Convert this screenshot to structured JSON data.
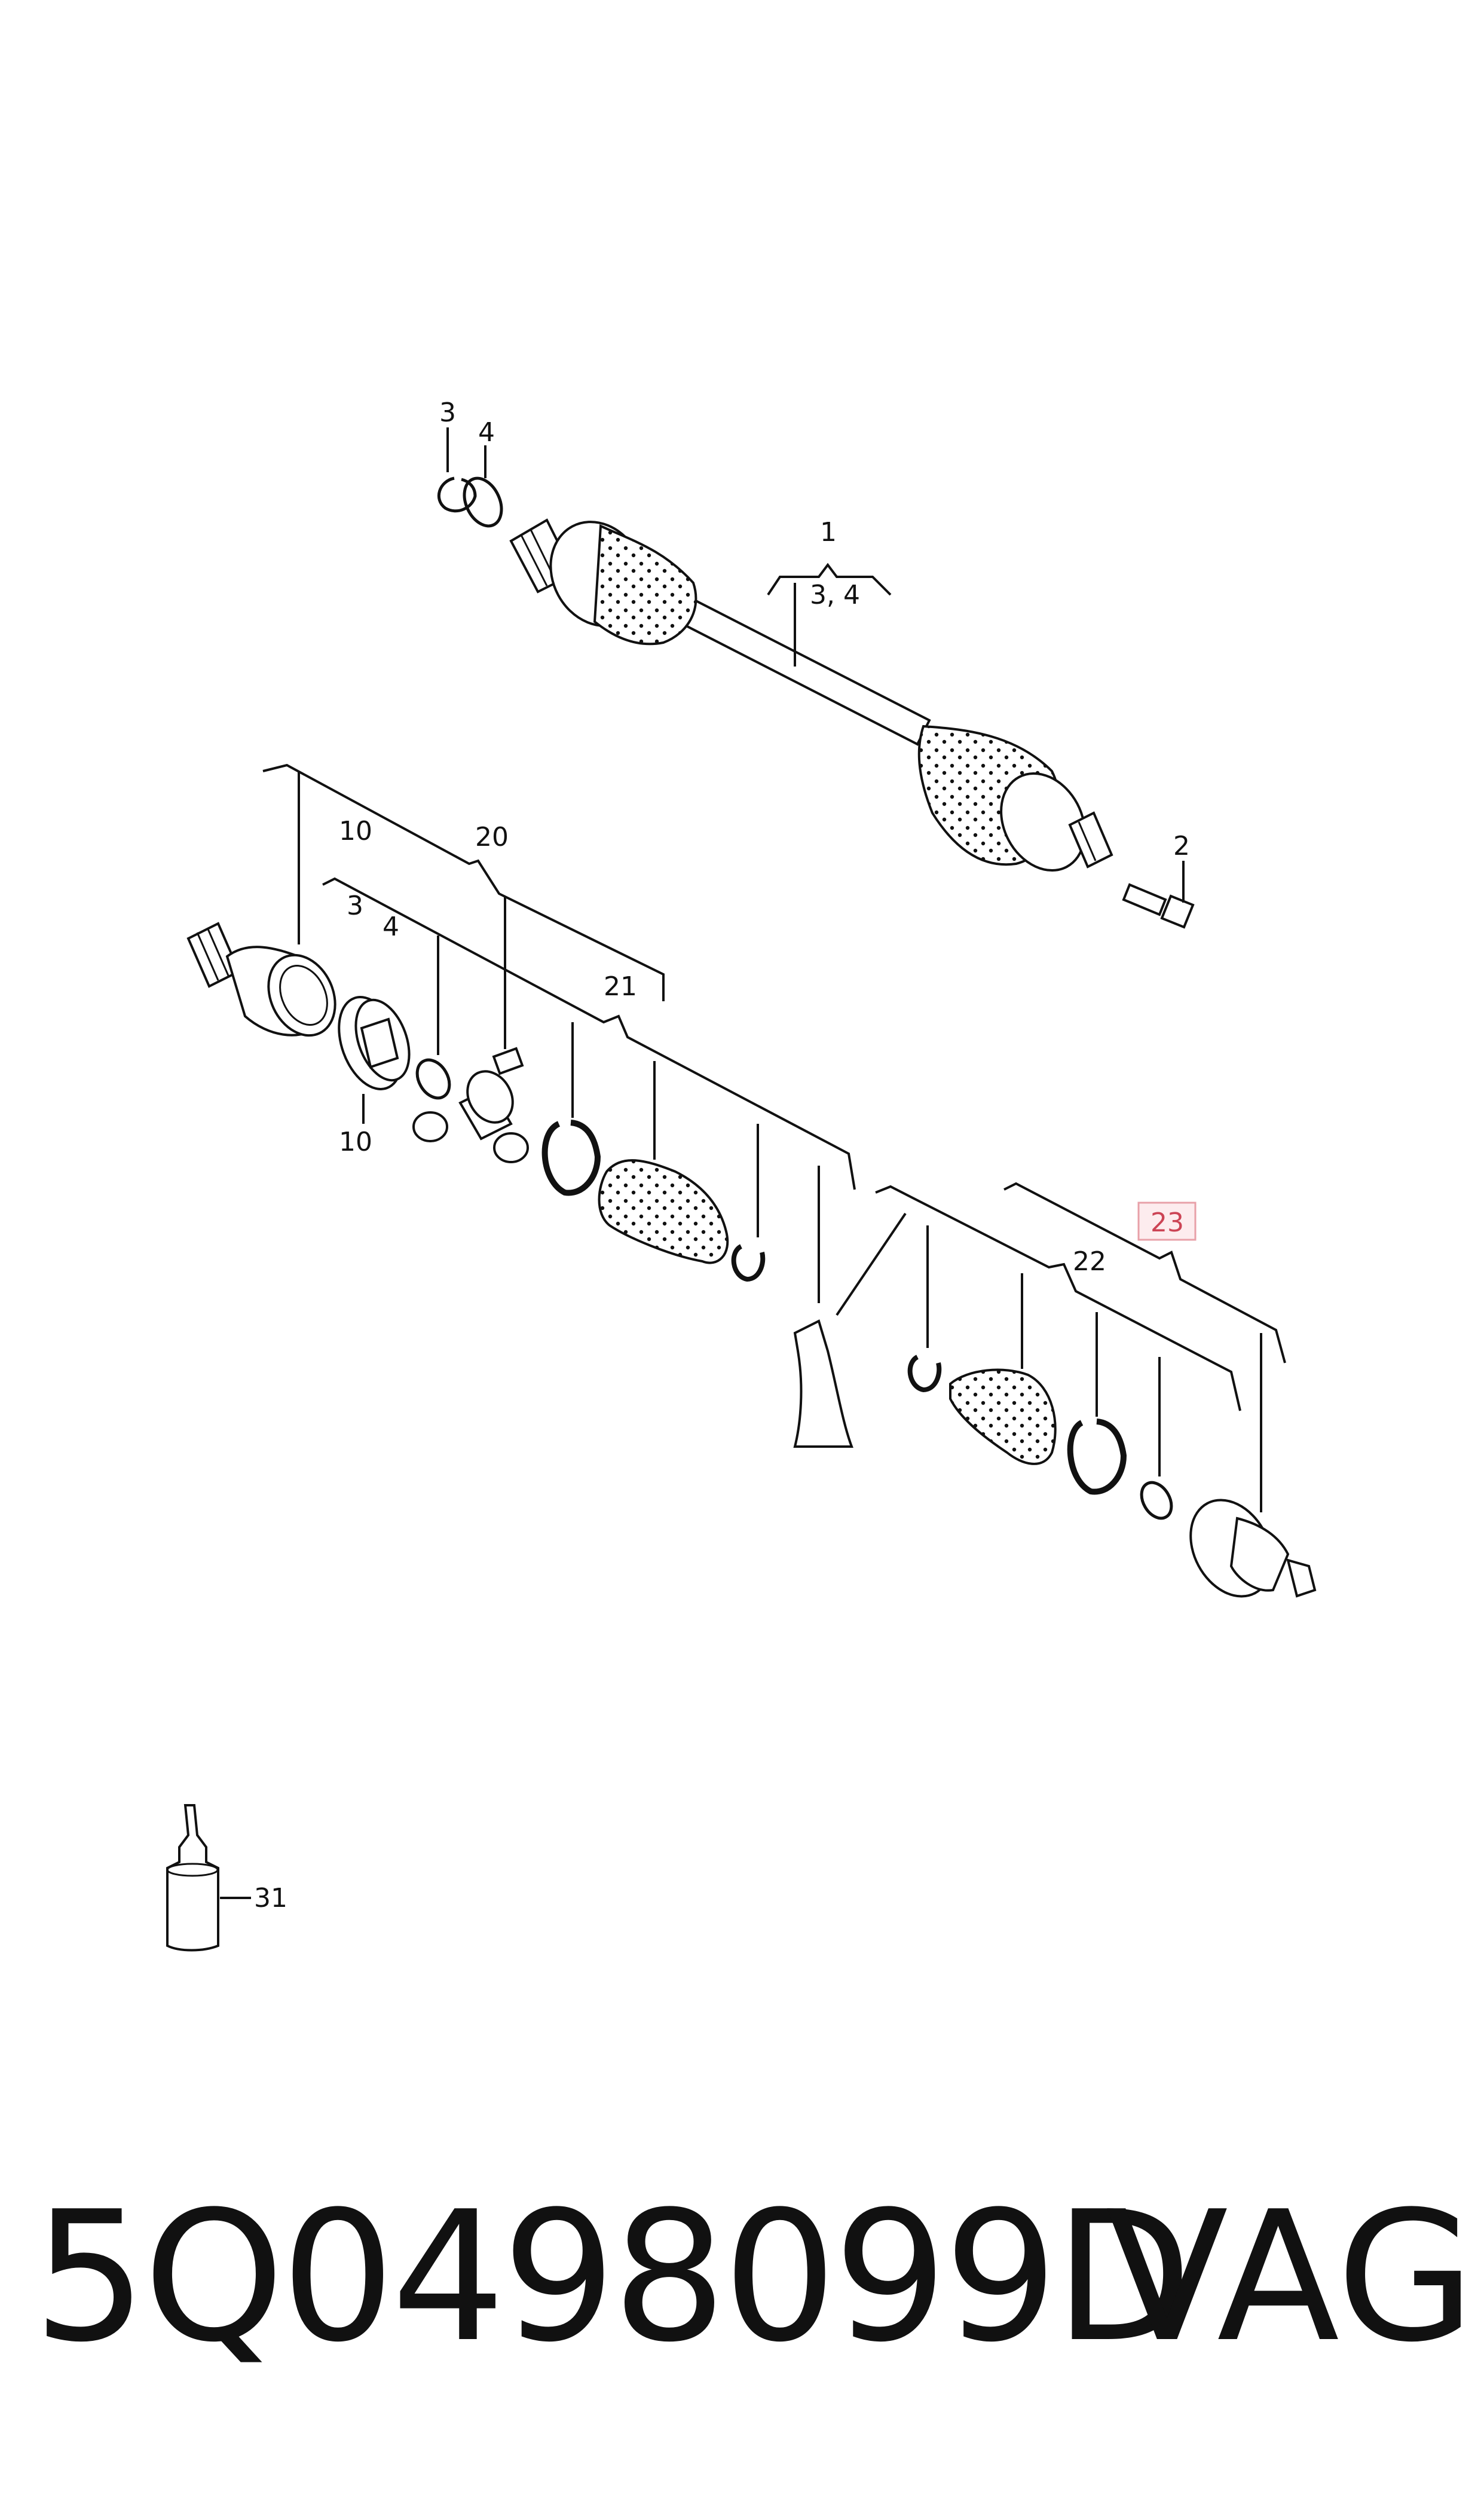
{
  "diagram": {
    "callouts": {
      "c1": "1",
      "c1_sub": "3, 4",
      "c2": "2",
      "c3": "3",
      "c4": "4",
      "c10_top": "10",
      "c20": "20",
      "c3b": "3",
      "c4b": "4",
      "c21": "21",
      "c10_bottom": "10",
      "c22": "22",
      "c23": "23",
      "c31": "31"
    },
    "highlight_color": "#e8a0a8"
  },
  "footer": {
    "part_number": "5Q0498099D",
    "brand": "VAG"
  }
}
